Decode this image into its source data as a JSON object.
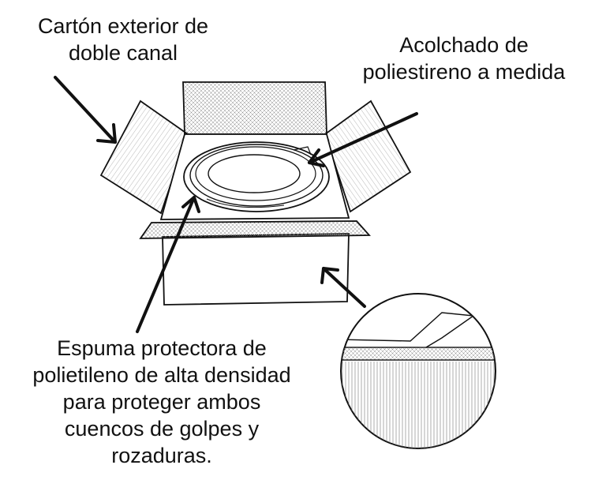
{
  "labels": {
    "outer_carton": [
      "Cartón exterior de",
      "doble canal"
    ],
    "polystyrene_padding": [
      "Acolchado de",
      "poliestireno a medida"
    ],
    "polyethylene_foam": [
      "Espuma protectora de",
      "polietileno de alta densidad",
      "para proteger ambos",
      "cuencos de golpes y",
      "rozaduras."
    ]
  },
  "colors": {
    "ink": "#111111",
    "background": "#ffffff"
  }
}
